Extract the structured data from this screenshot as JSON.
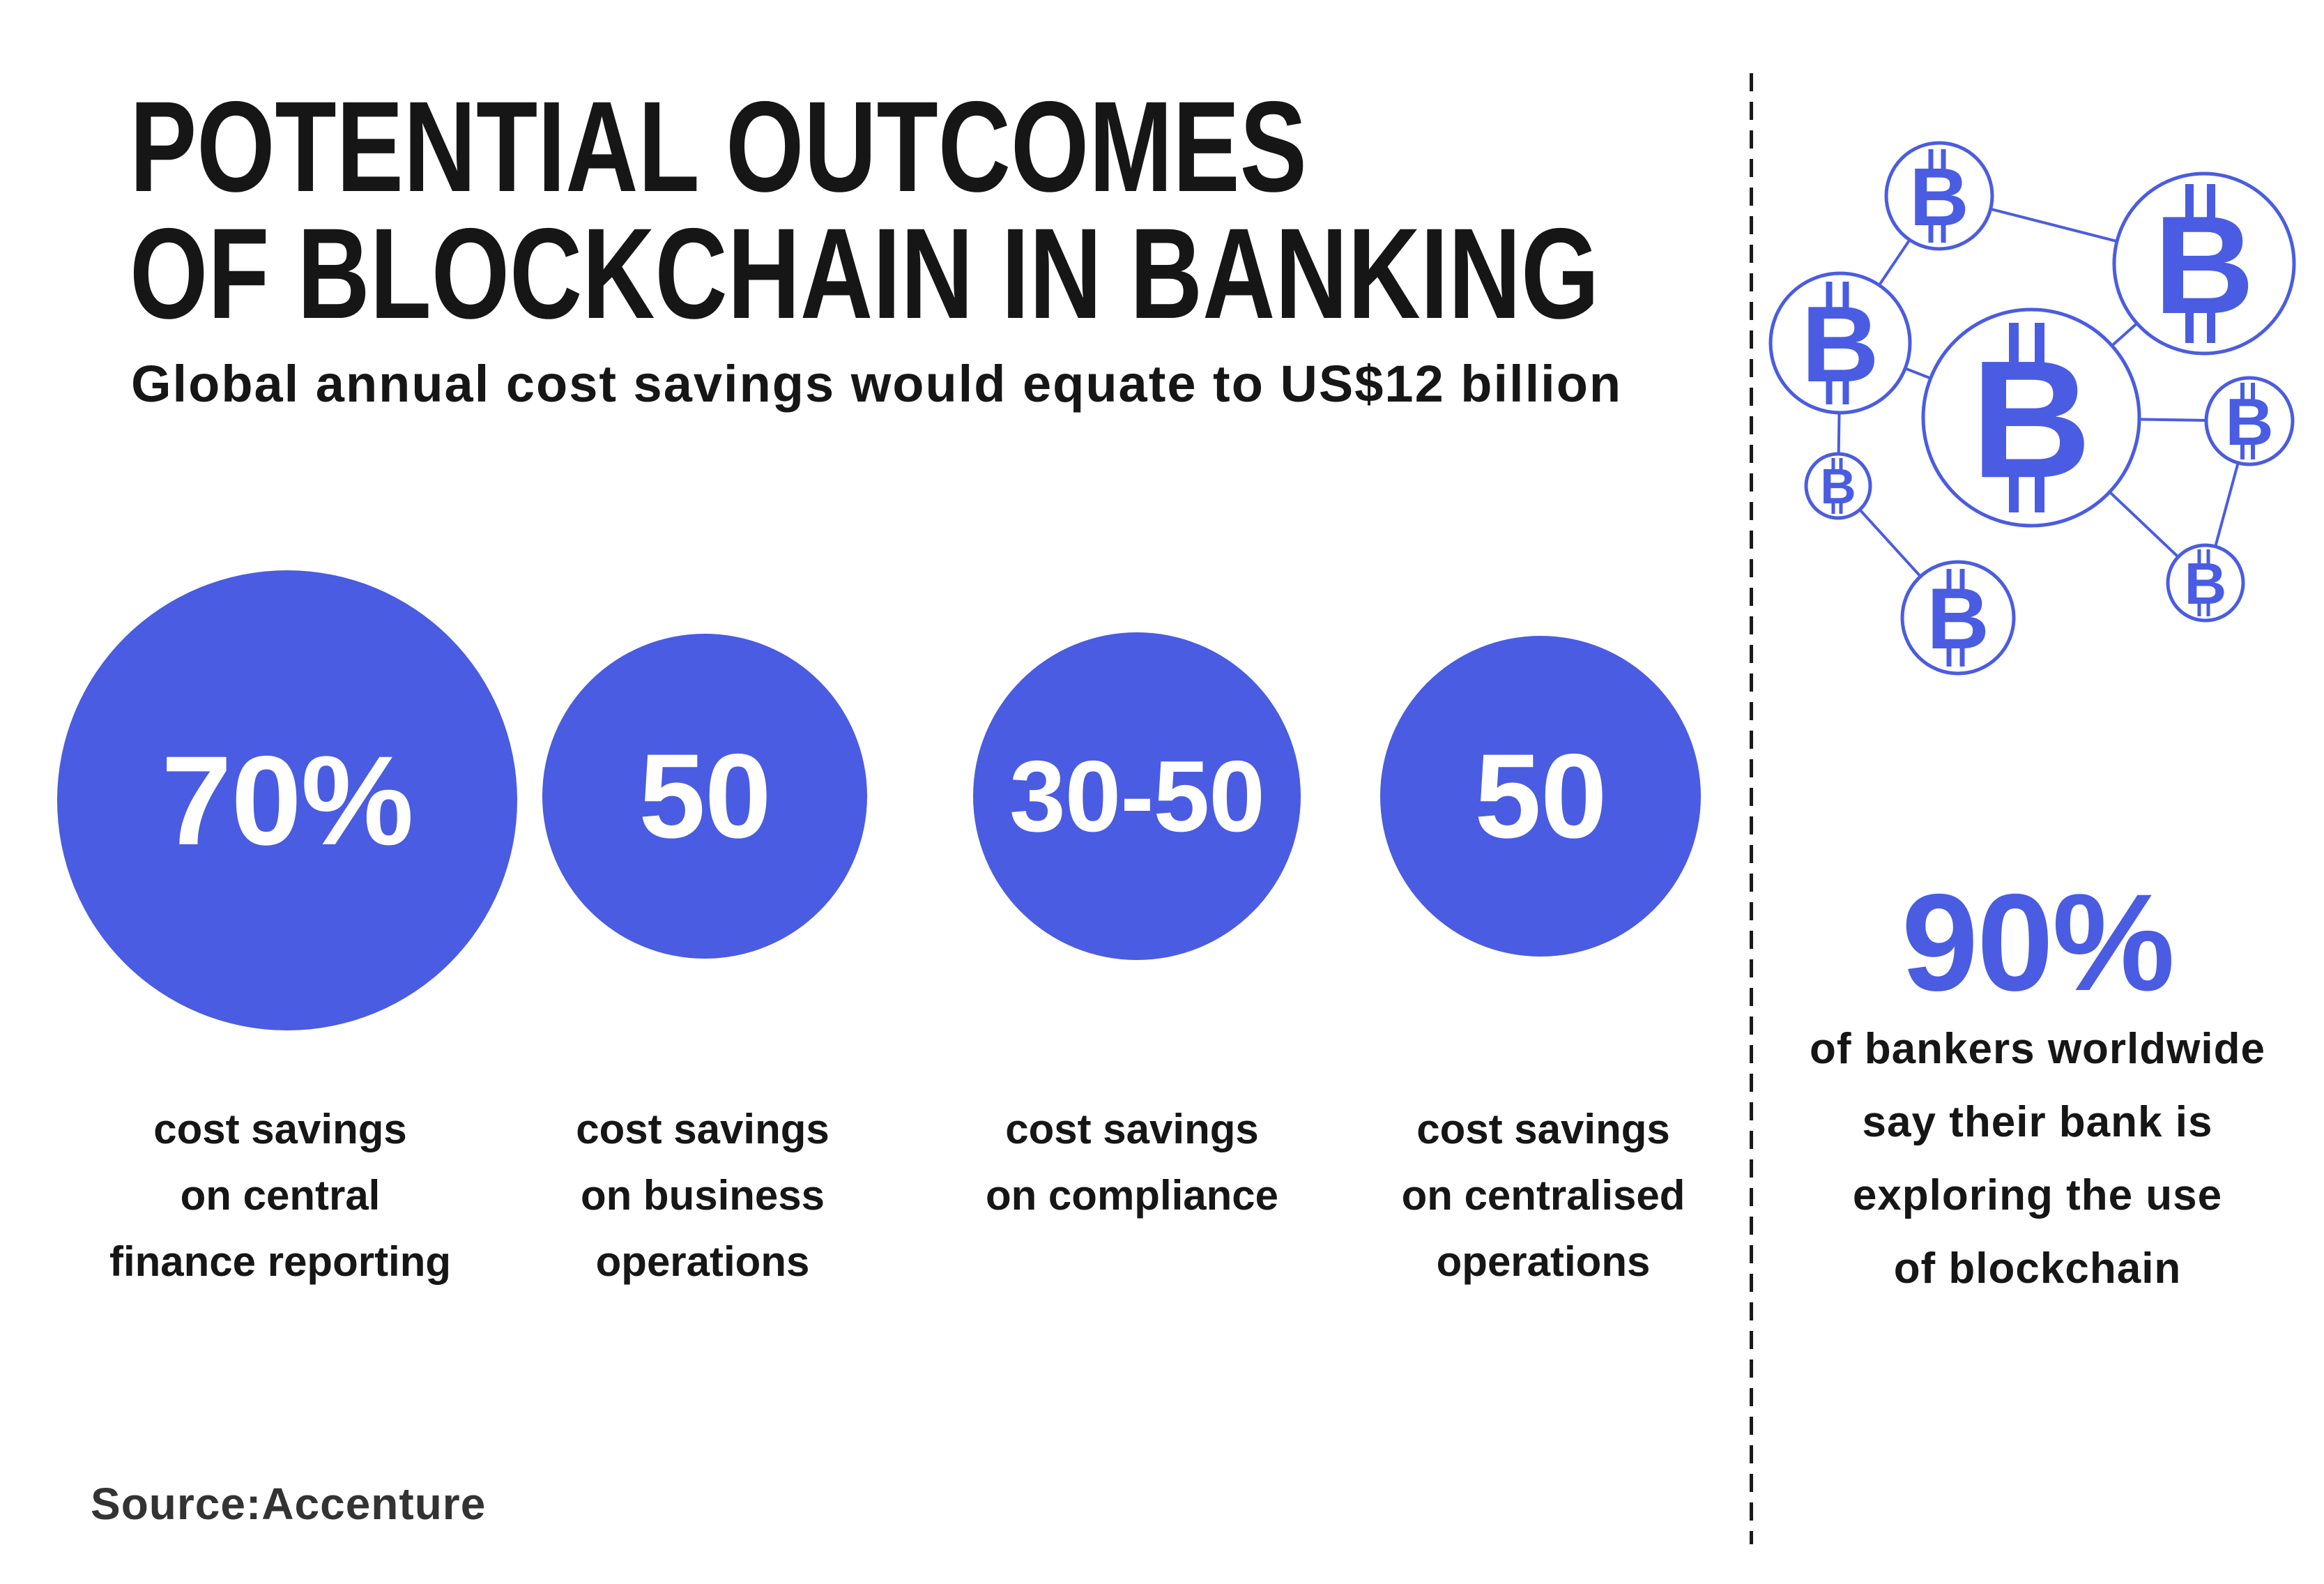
{
  "accent_color": "#4a5ce1",
  "text_color": "#161616",
  "header": {
    "title_line1": "POTENTIAL OUTCOMES",
    "title_line2": "OF BLOCKCHAIN IN BANKING",
    "subtitle": "Global annual cost savings would equate to US$12 billion"
  },
  "stats": [
    {
      "value": "70%",
      "line1": "cost savings",
      "line2": "on central",
      "line3": "finance reporting"
    },
    {
      "value": "50",
      "line1": "cost savings",
      "line2": "on business",
      "line3": "operations"
    },
    {
      "value": "30-50",
      "line1": "cost savings",
      "line2": "on compliance",
      "line3": ""
    },
    {
      "value": "50",
      "line1": "cost savings",
      "line2": "on centralised",
      "line3": "operations"
    }
  ],
  "sidebar": {
    "value": "90%",
    "line1": "of bankers worldwide",
    "line2": "say their bank is",
    "line3": "exploring the use",
    "line4": "of blockchain",
    "bitcoin_symbol": "B"
  },
  "footer": {
    "source": "Source:Accenture"
  },
  "chart_data": {
    "type": "bar",
    "title": "POTENTIAL OUTCOMES OF BLOCKCHAIN IN BANKING",
    "subtitle": "Global annual cost savings would equate to US$12 billion",
    "categories": [
      "cost savings on central finance reporting",
      "cost savings on business operations",
      "cost savings on compliance",
      "cost savings on centralised operations"
    ],
    "values": [
      70,
      50,
      40,
      50
    ],
    "value_labels": [
      "70%",
      "50",
      "30-50",
      "50"
    ],
    "unit": "percent",
    "annotations": [
      "90% of bankers worldwide say their bank is exploring the use of blockchain"
    ],
    "source": "Source:Accenture",
    "legend": "none",
    "grid": false
  }
}
